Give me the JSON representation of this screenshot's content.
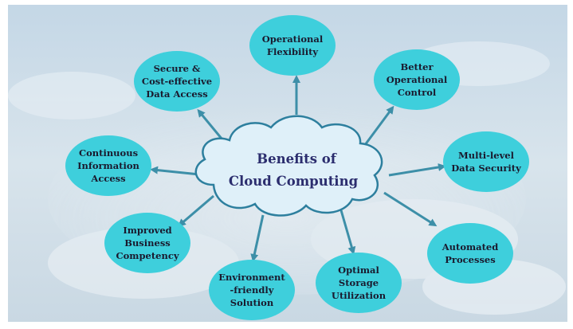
{
  "diagram": {
    "center_label": [
      "Benefits of",
      "Cloud Computing"
    ],
    "nodes": [
      {
        "id": "operational-flexibility",
        "label": [
          "Operational",
          "Flexibility"
        ]
      },
      {
        "id": "better-operational-control",
        "label": [
          "Better",
          "Operational",
          "Control"
        ]
      },
      {
        "id": "multi-level-data-security",
        "label": [
          "Multi-level",
          "Data Security"
        ]
      },
      {
        "id": "automated-processes",
        "label": [
          "Automated",
          "Processes"
        ]
      },
      {
        "id": "optimal-storage-utilization",
        "label": [
          "Optimal",
          "Storage",
          "Utilization"
        ]
      },
      {
        "id": "environment-friendly-solution",
        "label": [
          "Environment",
          "-friendly",
          "Solution"
        ]
      },
      {
        "id": "improved-business-competency",
        "label": [
          "Improved",
          "Business",
          "Competency"
        ]
      },
      {
        "id": "continuous-information-access",
        "label": [
          "Continuous",
          "Information",
          "Access"
        ]
      },
      {
        "id": "secure-cost-effective-data-access",
        "label": [
          "Secure &",
          "Cost-effective",
          "Data Access"
        ]
      }
    ],
    "colors": {
      "node_fill": "#3ecfdc",
      "arrow": "#3d8fa8",
      "center_text": "#2b2d6e",
      "node_text": "#1a1a2e",
      "cloud_fill": "#dff0f9",
      "cloud_stroke": "#2d7f9e"
    }
  }
}
